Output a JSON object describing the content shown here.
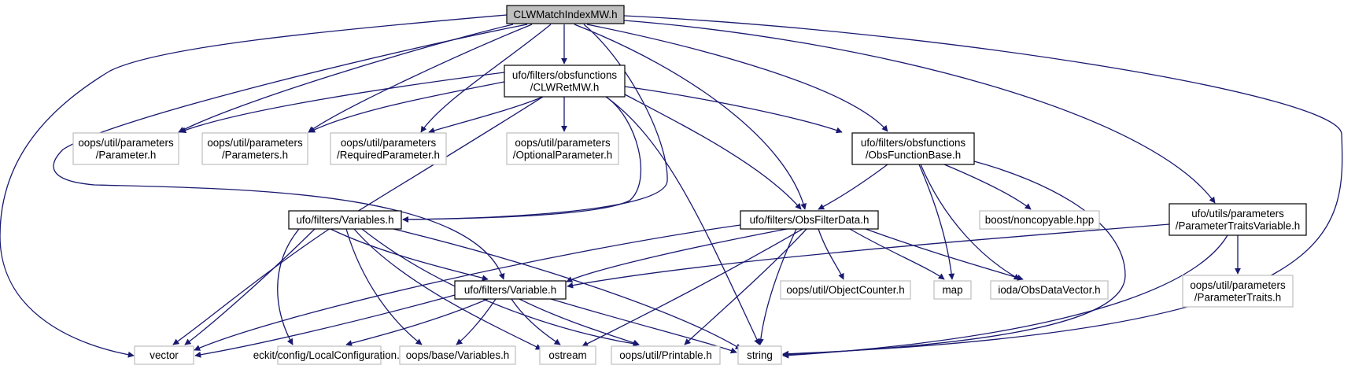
{
  "nodes": {
    "clwmatchindexmw": {
      "lines": [
        "CLWMatchIndexMW.h"
      ],
      "kind": "root"
    },
    "clwretmw": {
      "lines": [
        "ufo/filters/obsfunctions",
        "/CLWRetMW.h"
      ],
      "kind": "local"
    },
    "parameter": {
      "lines": [
        "oops/util/parameters",
        "/Parameter.h"
      ],
      "kind": "ext"
    },
    "parameters": {
      "lines": [
        "oops/util/parameters",
        "/Parameters.h"
      ],
      "kind": "ext"
    },
    "requiredparameter": {
      "lines": [
        "oops/util/parameters",
        "/RequiredParameter.h"
      ],
      "kind": "ext"
    },
    "optionalparameter": {
      "lines": [
        "oops/util/parameters",
        "/OptionalParameter.h"
      ],
      "kind": "ext"
    },
    "obsfunctionbase": {
      "lines": [
        "ufo/filters/obsfunctions",
        "/ObsFunctionBase.h"
      ],
      "kind": "local"
    },
    "variables_h": {
      "lines": [
        "ufo/filters/Variables.h"
      ],
      "kind": "local"
    },
    "obsfilterdata": {
      "lines": [
        "ufo/filters/ObsFilterData.h"
      ],
      "kind": "local"
    },
    "boost_noncopyable": {
      "lines": [
        "boost/noncopyable.hpp"
      ],
      "kind": "ext"
    },
    "parametertraitsvariable": {
      "lines": [
        "ufo/utils/parameters",
        "/ParameterTraitsVariable.h"
      ],
      "kind": "local"
    },
    "variable_h": {
      "lines": [
        "ufo/filters/Variable.h"
      ],
      "kind": "local"
    },
    "objectcounter": {
      "lines": [
        "oops/util/ObjectCounter.h"
      ],
      "kind": "ext"
    },
    "map": {
      "lines": [
        "map"
      ],
      "kind": "ext"
    },
    "obsdatavector": {
      "lines": [
        "ioda/ObsDataVector.h"
      ],
      "kind": "ext"
    },
    "parametertraits": {
      "lines": [
        "oops/util/parameters",
        "/ParameterTraits.h"
      ],
      "kind": "ext"
    },
    "vector": {
      "lines": [
        "vector"
      ],
      "kind": "ext"
    },
    "localconfiguration": {
      "lines": [
        "eckit/config/LocalConfiguration.h"
      ],
      "kind": "ext"
    },
    "oops_base_variables": {
      "lines": [
        "oops/base/Variables.h"
      ],
      "kind": "ext"
    },
    "ostream": {
      "lines": [
        "ostream"
      ],
      "kind": "ext"
    },
    "printable": {
      "lines": [
        "oops/util/Printable.h"
      ],
      "kind": "ext"
    },
    "string": {
      "lines": [
        "string"
      ],
      "kind": "ext"
    }
  }
}
